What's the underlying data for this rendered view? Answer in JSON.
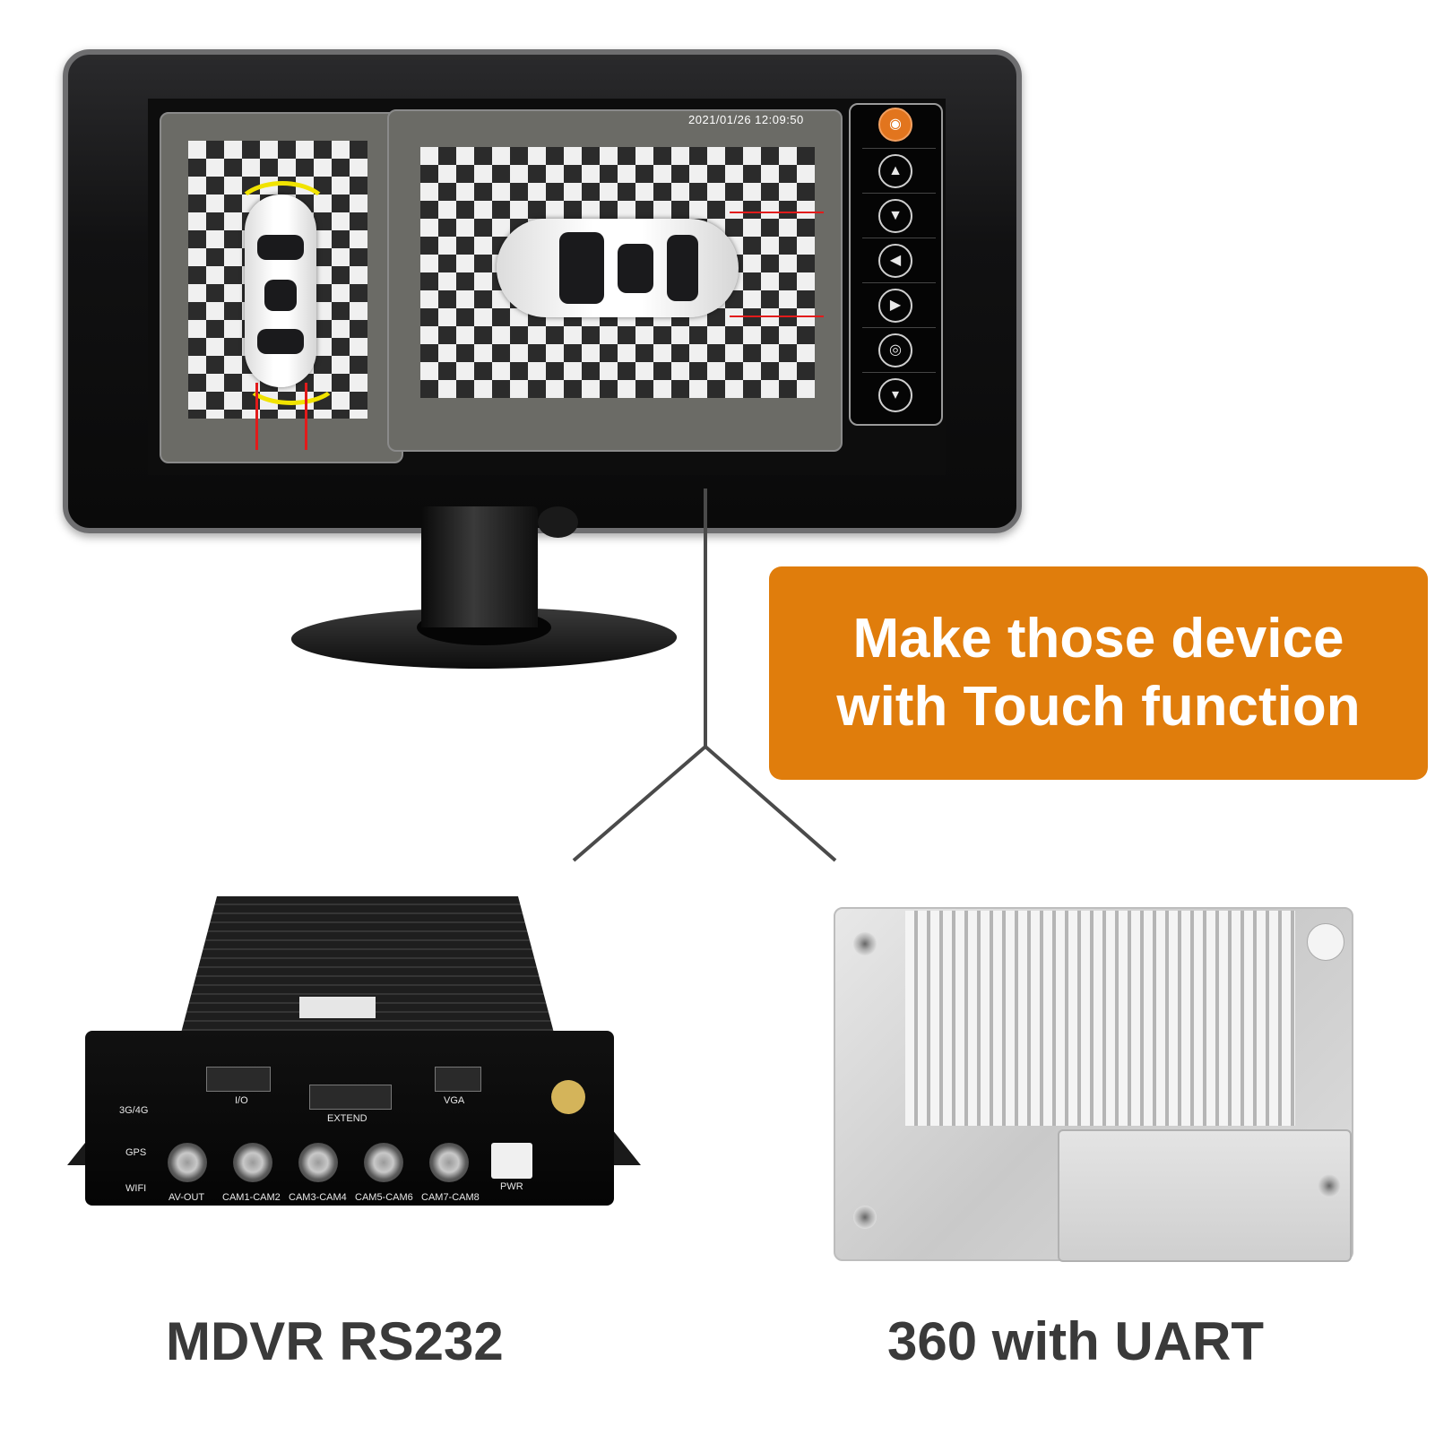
{
  "monitor": {
    "timestamp": "2021/01/26  12:09:50",
    "menu_icons": [
      "camera-icon",
      "front-view-icon",
      "rear-view-icon",
      "left-view-icon",
      "right-view-icon",
      "top-view-icon",
      "down-arrow-icon"
    ]
  },
  "callout": {
    "line1": "Make those device",
    "line2": "with Touch function",
    "background_color": "#e07d0c"
  },
  "mdvr": {
    "caption": "MDVR RS232",
    "ports": {
      "antenna_top": "3G/4G",
      "antenna_bottom": "GPS",
      "wifi": "WIFI",
      "io": "I/O",
      "extend": "EXTEND",
      "vga": "VGA",
      "av_out": "AV-OUT",
      "cam12": "CAM1-CAM2",
      "cam34": "CAM3-CAM4",
      "cam56": "CAM5-CAM6",
      "cam78": "CAM7-CAM8",
      "pwr": "PWR"
    }
  },
  "box360": {
    "caption": "360 with UART"
  }
}
